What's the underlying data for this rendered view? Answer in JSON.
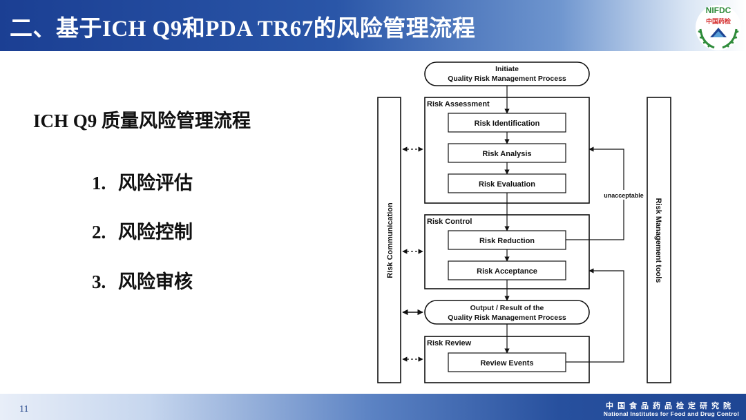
{
  "header": {
    "title": "二、基于ICH Q9和PDA TR67的风险管理流程",
    "logo_text": "NIFDC",
    "logo_cn": "中国药检"
  },
  "content": {
    "subtitle": "ICH Q9 质量风险管理流程",
    "steps": [
      {
        "num": "1.",
        "label": "风险评估"
      },
      {
        "num": "2.",
        "label": "风险控制"
      },
      {
        "num": "3.",
        "label": "风险审核"
      }
    ]
  },
  "flowchart": {
    "initiate": [
      "Initiate",
      "Quality Risk Management Process"
    ],
    "assessment_title": "Risk Assessment",
    "identification": "Risk Identification",
    "analysis": "Risk Analysis",
    "evaluation": "Risk Evaluation",
    "control_title": "Risk Control",
    "reduction": "Risk Reduction",
    "acceptance": "Risk Acceptance",
    "output": [
      "Output / Result of the",
      "Quality Risk Management Process"
    ],
    "review_title": "Risk Review",
    "review_events": "Review Events",
    "communication": "Risk Communication",
    "tools": "Risk Management tools",
    "unacceptable": "unacceptable"
  },
  "footer": {
    "page_number": "11",
    "institution_cn": "中国食品药品检定研究院",
    "institution_en": "National Institutes for Food and Drug Control"
  },
  "colors": {
    "header_blue": "#1b3f93",
    "footer_blue": "#1e4593",
    "logo_green": "#2e8b3a",
    "logo_red": "#d42a2a"
  }
}
